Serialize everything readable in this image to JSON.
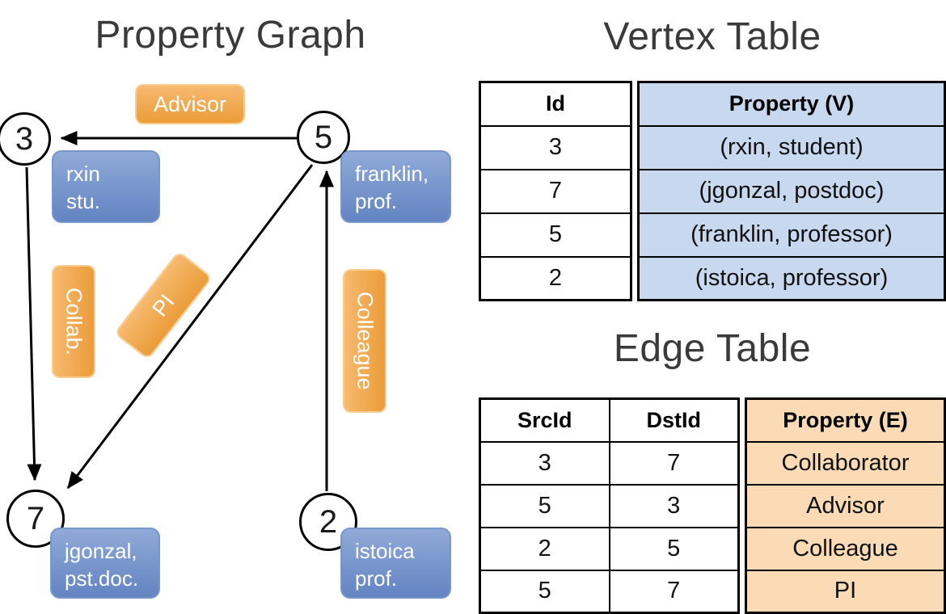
{
  "graph": {
    "title": "Property Graph",
    "nodes": [
      {
        "id": "3"
      },
      {
        "id": "5"
      },
      {
        "id": "7"
      },
      {
        "id": "2"
      }
    ],
    "vertex_labels": {
      "v3": {
        "line1": "rxin",
        "line2": "stu."
      },
      "v5": {
        "line1": "franklin,",
        "line2": "prof."
      },
      "v7": {
        "line1": "jgonzal,",
        "line2": "pst.doc."
      },
      "v2": {
        "line1": "istoica",
        "line2": "prof."
      }
    },
    "edge_labels": {
      "advisor": "Advisor",
      "collab": "Collab.",
      "pi": "PI",
      "colleague": "Colleague"
    }
  },
  "vertex_table": {
    "title": "Vertex Table",
    "headers": {
      "id": "Id",
      "property": "Property (V)"
    },
    "rows": [
      {
        "id": "3",
        "property": "(rxin, student)"
      },
      {
        "id": "7",
        "property": "(jgonzal, postdoc)"
      },
      {
        "id": "5",
        "property": "(franklin, professor)"
      },
      {
        "id": "2",
        "property": "(istoica, professor)"
      }
    ]
  },
  "edge_table": {
    "title": "Edge Table",
    "headers": {
      "src": "SrcId",
      "dst": "DstId",
      "property": "Property (E)"
    },
    "rows": [
      {
        "src": "3",
        "dst": "7",
        "property": "Collaborator"
      },
      {
        "src": "5",
        "dst": "3",
        "property": "Advisor"
      },
      {
        "src": "2",
        "dst": "5",
        "property": "Colleague"
      },
      {
        "src": "5",
        "dst": "7",
        "property": "PI"
      }
    ]
  },
  "colors": {
    "vertex_box_blue": "#7796cc",
    "edge_label_orange": "#f2a74f",
    "vertex_table_blue": "#c8d8ef",
    "edge_table_orange": "#fbdbb6"
  }
}
